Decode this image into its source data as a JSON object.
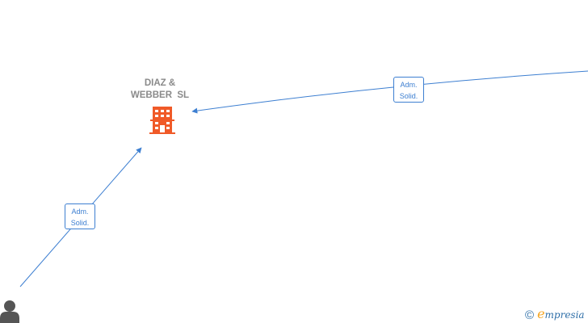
{
  "company": {
    "name_lines": [
      "DIAZ &",
      "WEBBER  SL"
    ],
    "icon": "building-icon",
    "color": "#f05a28"
  },
  "edges": [
    {
      "id": "from-right",
      "label_lines": [
        "Adm.",
        "Solid."
      ]
    },
    {
      "id": "from-person",
      "label_lines": [
        "Adm.",
        "Solid."
      ]
    }
  ],
  "person": {
    "icon": "person-icon",
    "color": "#555555"
  },
  "edge_color": "#3d7fd1",
  "brand": {
    "copyright": "©",
    "initial": "e",
    "rest": "mpresia"
  }
}
